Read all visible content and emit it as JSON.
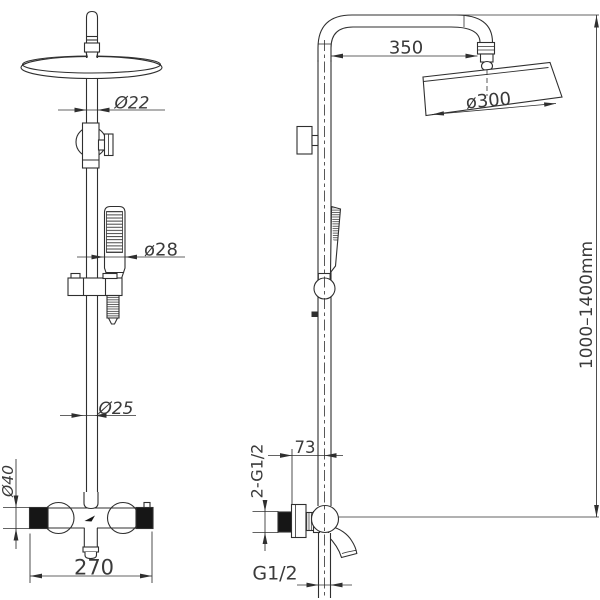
{
  "colors": {
    "line": "#2f2f2f",
    "text": "#3a3a3a",
    "solid": "#161616"
  },
  "front_view": {
    "dimensions": {
      "top_pipe_diameter": "Ø22",
      "hand_shower_diameter": "ø28",
      "lower_pipe_diameter": "Ø25",
      "mixer_body_diameter": "Ø40",
      "mixer_width": "270"
    }
  },
  "side_view": {
    "dimensions": {
      "shower_arm_reach": "350",
      "shower_head_diameter": "ø300",
      "column_height_range": "1000–1400mm",
      "wall_to_pipe_offset": "73",
      "wall_inlet_threads": "2-G1/2",
      "outlet_thread": "G1/2"
    }
  }
}
